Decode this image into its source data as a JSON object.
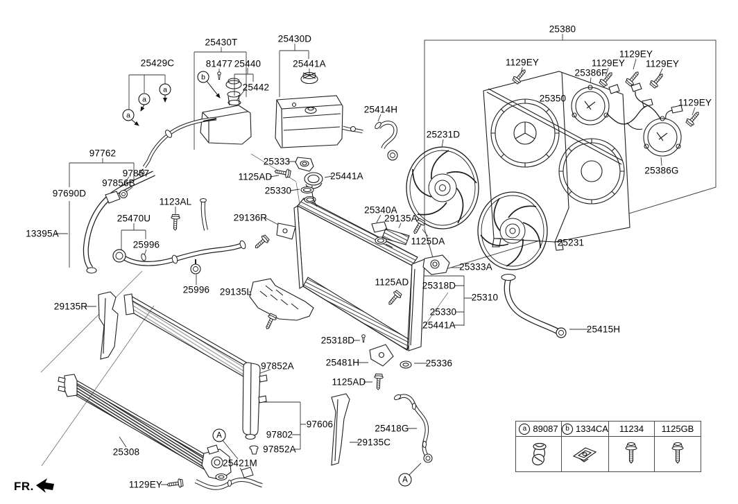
{
  "part_labels": [
    "25430T",
    "25430D",
    "25429C",
    "81477",
    "25440",
    "25441A",
    "25442",
    "25414H",
    "25380",
    "1129EY",
    "1129EY",
    "1129EY",
    "1129EY",
    "25386F",
    "25350",
    "1129EY",
    "25386G",
    "25231D",
    "97762",
    "97857",
    "97856B",
    "97690D",
    "25333",
    "1125AD",
    "25441A",
    "25330",
    "1123AL",
    "13395A",
    "25470U",
    "25996",
    "29136R",
    "25340A",
    "29135A",
    "1125DA",
    "25231",
    "25333A",
    "25318D",
    "25310",
    "1125AD",
    "25330",
    "25441A",
    "25996",
    "29135L",
    "29135R",
    "25415H",
    "25318D",
    "25481H",
    "25336",
    "97852A",
    "1125AD",
    "97606",
    "97802",
    "25418G",
    "97852A",
    "29135C",
    "25308",
    "25421M",
    "1129EY"
  ],
  "callouts": {
    "a": "a",
    "b": "b",
    "A": "A"
  },
  "fr_label": "FR.",
  "legend": {
    "items": [
      {
        "callout": "a",
        "part": "89087",
        "icon": "pin-clip-icon"
      },
      {
        "callout": "b",
        "part": "1334CA",
        "icon": "spring-clip-icon"
      },
      {
        "callout": "",
        "part": "11234",
        "icon": "bolt-icon"
      },
      {
        "callout": "",
        "part": "1125GB",
        "icon": "bolt-icon"
      }
    ]
  },
  "colors": {
    "line": "#222222",
    "text": "#000000",
    "background": "#ffffff"
  }
}
